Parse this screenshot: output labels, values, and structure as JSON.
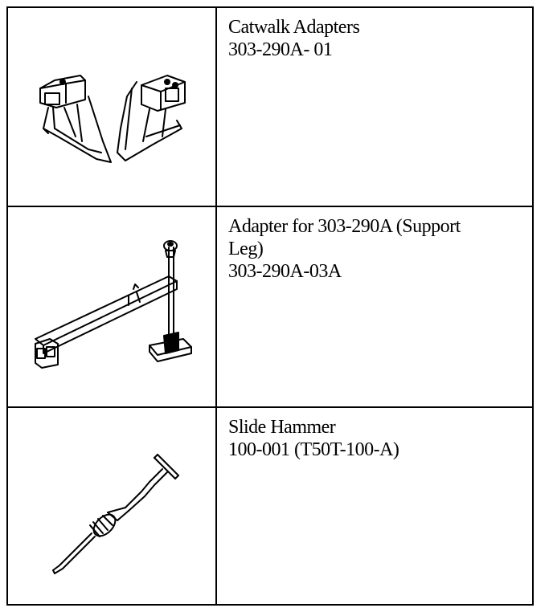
{
  "items": [
    {
      "title": "Catwalk Adapters",
      "part_number": "303-290A- 01",
      "illustration": "catwalk-adapters-drawing"
    },
    {
      "title_line1": "Adapter for 303-290A (Support",
      "title_line2": "Leg)",
      "part_number": "303-290A-03A",
      "illustration": "support-leg-adapter-drawing"
    },
    {
      "title": "Slide Hammer",
      "part_number": "100-001 (T50T-100-A)",
      "illustration": "slide-hammer-drawing"
    }
  ]
}
